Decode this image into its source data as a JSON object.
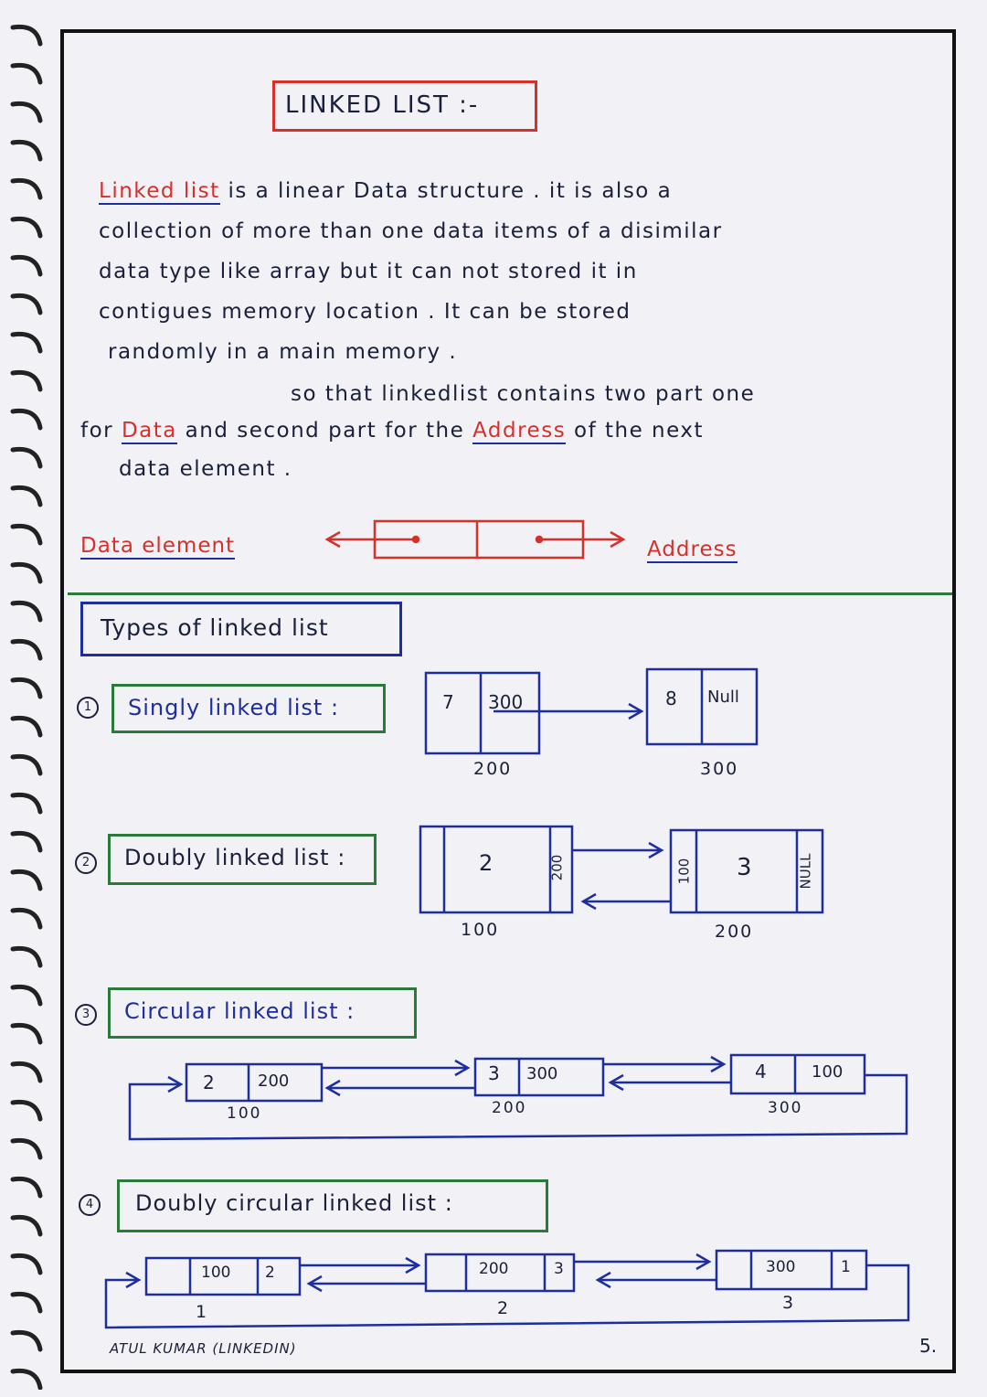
{
  "title": "LINKED LIST :-",
  "intro": {
    "line1_term": "Linked list",
    "line1_rest": "is a linear Data structure . it is also a",
    "line2": "collection of more than one data items of a disimilar",
    "line3": "data type like array but it can not stored it in",
    "line4": "contigues memory location . It can be stored",
    "line5": "randomly in a main memory .",
    "line6": "so that linkedlist contains two part one",
    "line7_a": "for",
    "line7_data": "Data",
    "line7_b": "and second part for the",
    "line7_address": "Address",
    "line7_c": "of the next",
    "line8": "data element ."
  },
  "node_diagram": {
    "left_label": "Data element",
    "right_label": "Address"
  },
  "types_heading": "Types of linked list",
  "types": [
    {
      "number": "1",
      "label": "Singly linked list :",
      "nodes": [
        {
          "data": "7",
          "next": "300",
          "address": "200"
        },
        {
          "data": "8",
          "next": "Null",
          "address": "300"
        }
      ]
    },
    {
      "number": "2",
      "label": "Doubly linked list :",
      "nodes": [
        {
          "prev": "",
          "data": "2",
          "next": "200",
          "address": "100"
        },
        {
          "prev": "100",
          "data": "3",
          "next": "NULL",
          "address": "200"
        }
      ]
    },
    {
      "number": "3",
      "label": "Circular linked list :",
      "nodes": [
        {
          "data": "2",
          "next": "200",
          "address": "100"
        },
        {
          "data": "3",
          "next": "300",
          "address": "200"
        },
        {
          "data": "4",
          "next": "100",
          "address": "300"
        }
      ]
    },
    {
      "number": "4",
      "label": "Doubly circular linked list :",
      "nodes": [
        {
          "prev": "100",
          "next": "2",
          "address": "1"
        },
        {
          "prev": "200",
          "next": "3",
          "address": "2"
        },
        {
          "prev": "300",
          "next": "1",
          "address": "3"
        }
      ]
    }
  ],
  "author": "ATUL KUMAR (LINKEDIN)",
  "page_number": "5.",
  "colors": {
    "red": "#d6302b",
    "blue": "#1d2f9e",
    "green": "#2a7a3a",
    "ink": "#1a1f3a",
    "paper": "#f1f1f6"
  }
}
